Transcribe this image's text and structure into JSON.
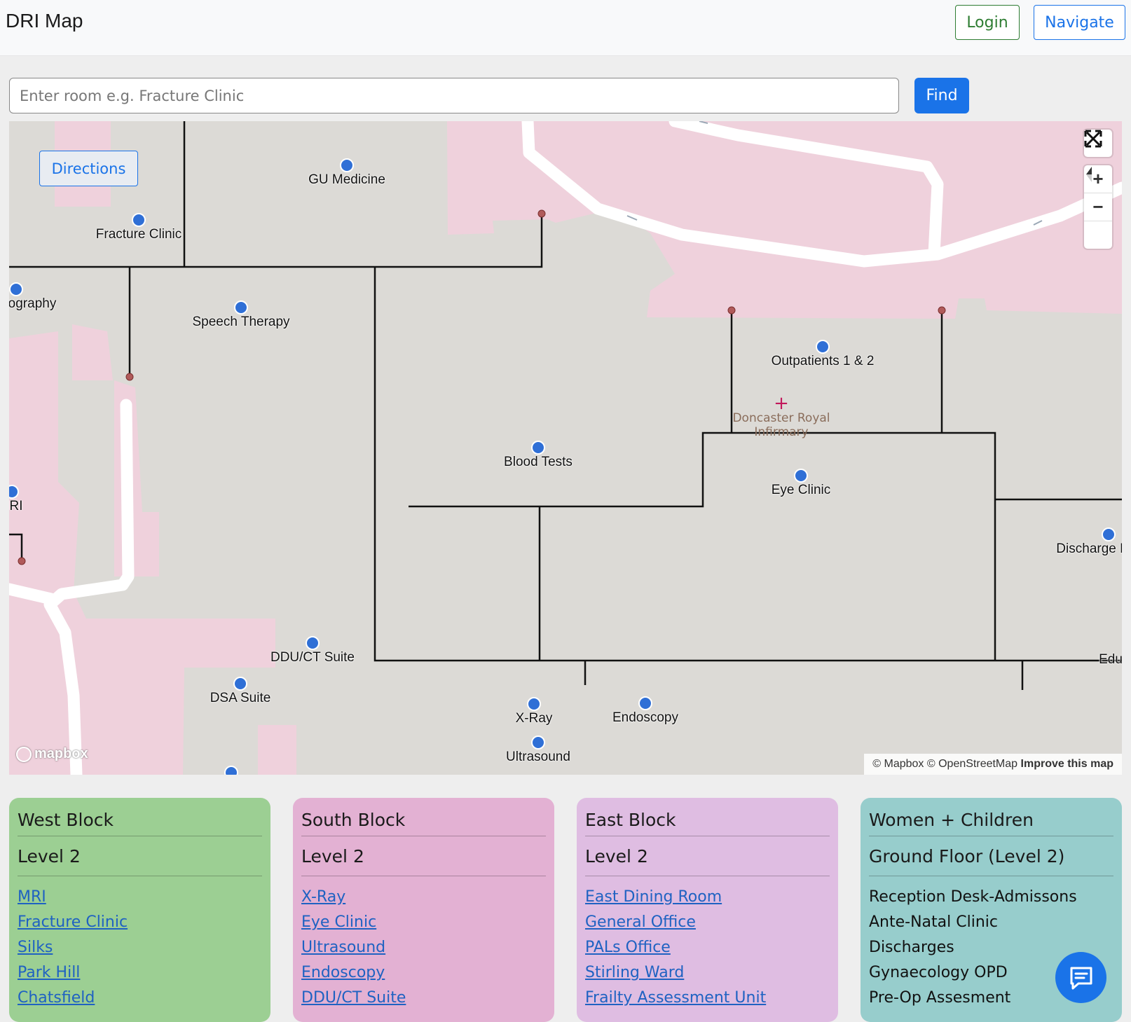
{
  "header": {
    "brand": "DRI Map",
    "login_label": "Login",
    "navigate_label": "Navigate"
  },
  "search": {
    "placeholder": "Enter room e.g. Fracture Clinic",
    "value": "",
    "find_label": "Find"
  },
  "map": {
    "directions_label": "Directions",
    "hospital_label": "Doncaster Royal Infirmary",
    "mapbox_logo": "mapbox",
    "attribution": "© Mapbox © OpenStreetMap",
    "improve_link": "Improve this map",
    "controls": [
      "fullscreen-icon",
      "zoom-in-icon",
      "zoom-out-icon",
      "compass-icon"
    ],
    "pois": [
      {
        "id": "gu-medicine",
        "label": "GU Medicine"
      },
      {
        "id": "fracture-clinic",
        "label": "Fracture Clinic"
      },
      {
        "id": "radiography",
        "label": "ography"
      },
      {
        "id": "speech-therapy",
        "label": "Speech Therapy"
      },
      {
        "id": "outpatients",
        "label": "Outpatients 1 & 2"
      },
      {
        "id": "blood-tests",
        "label": "Blood Tests"
      },
      {
        "id": "eye-clinic",
        "label": "Eye Clinic"
      },
      {
        "id": "mri",
        "label": "RI"
      },
      {
        "id": "discharge",
        "label": "Discharge L"
      },
      {
        "id": "ddu-ct",
        "label": "DDU/CT Suite"
      },
      {
        "id": "dsa",
        "label": "DSA Suite"
      },
      {
        "id": "xray",
        "label": "X-Ray"
      },
      {
        "id": "endoscopy",
        "label": "Endoscopy"
      },
      {
        "id": "ultrasound",
        "label": "Ultrasound"
      },
      {
        "id": "education",
        "label": "Edu"
      }
    ]
  },
  "blocks": [
    {
      "title": "West Block",
      "level": "Level 2",
      "color": "#9ccf93",
      "links": true,
      "items": [
        "MRI",
        "Fracture Clinic",
        "Silks",
        "Park Hill",
        "Chatsfield"
      ]
    },
    {
      "title": "South Block",
      "level": "Level 2",
      "color": "#e3b1d3",
      "links": true,
      "items": [
        "X-Ray",
        "Eye Clinic",
        "Ultrasound",
        "Endoscopy",
        "DDU/CT Suite"
      ]
    },
    {
      "title": "East Block",
      "level": "Level 2",
      "color": "#dfbde2",
      "links": true,
      "items": [
        "East Dining Room",
        "General Office",
        "PALs Office",
        "Stirling Ward",
        "Frailty Assessment Unit"
      ]
    },
    {
      "title": "Women + Children",
      "level": "Ground Floor (Level 2)",
      "color": "#97cdcc",
      "links": false,
      "items": [
        "Reception Desk-Admissons",
        "Ante-Natal Clinic",
        "Discharges",
        "Gynaecology OPD",
        "Pre-Op Assesment"
      ]
    }
  ]
}
